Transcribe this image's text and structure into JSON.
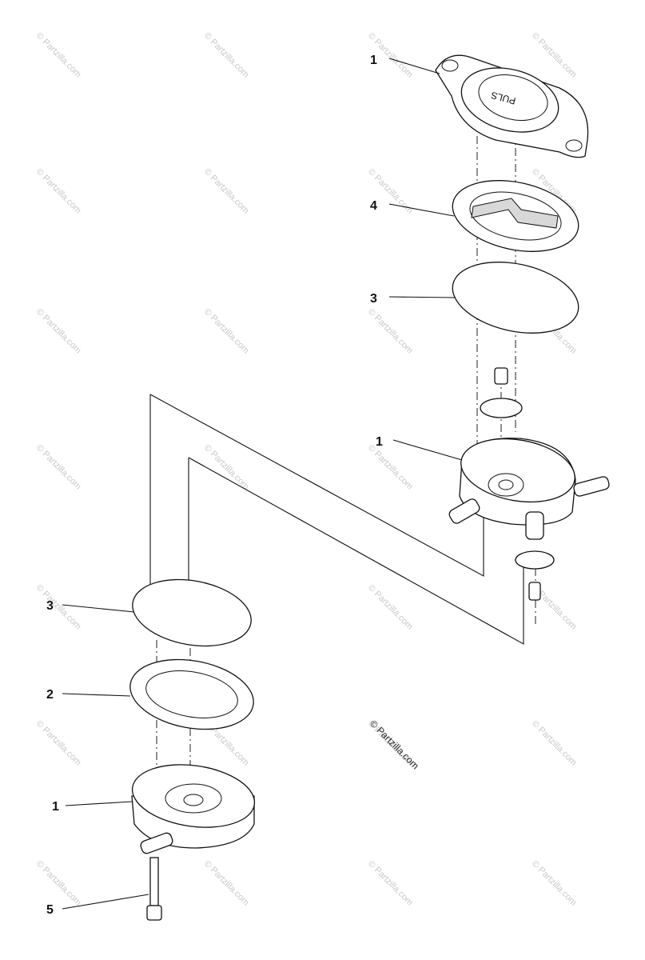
{
  "watermark_text": "© Partzilla.com",
  "copyright": "© Partzilla.com",
  "callouts": [
    {
      "id": "top-cover",
      "label": "1"
    },
    {
      "id": "top-gasket",
      "label": "4"
    },
    {
      "id": "top-diaphragm",
      "label": "3"
    },
    {
      "id": "pump-body",
      "label": "1"
    },
    {
      "id": "bottom-diaphragm",
      "label": "3"
    },
    {
      "id": "bottom-gasket",
      "label": "2"
    },
    {
      "id": "bottom-cover",
      "label": "1"
    },
    {
      "id": "screw",
      "label": "5"
    }
  ]
}
